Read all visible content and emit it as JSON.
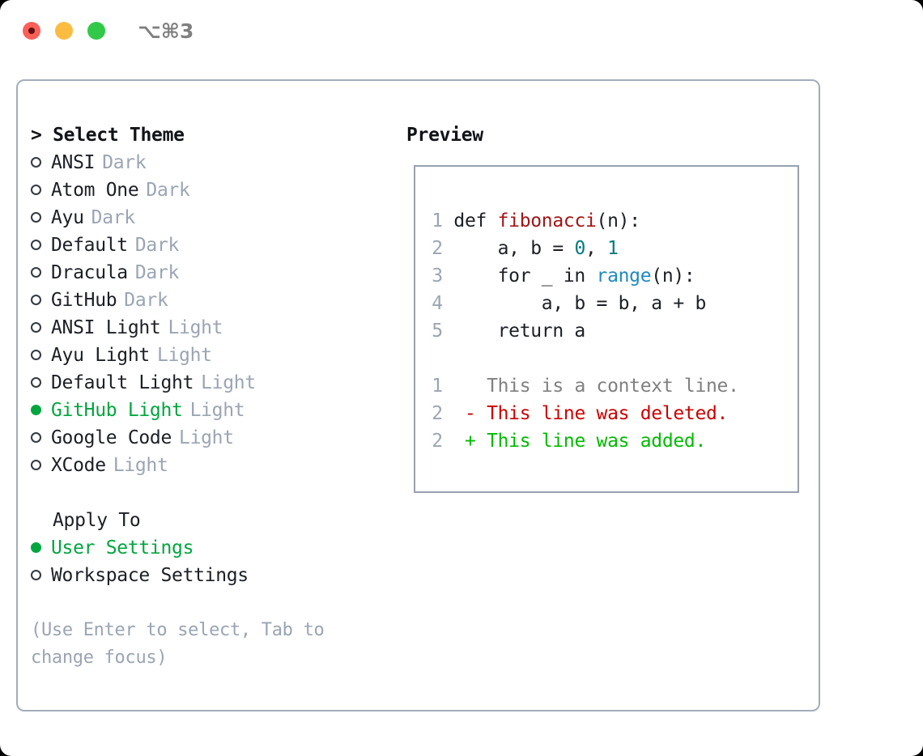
{
  "titlebar": {
    "shortcut": "⌥⌘3",
    "buttons": {
      "close": "close",
      "minimize": "minimize",
      "maximize": "maximize"
    }
  },
  "left": {
    "header": "> Select Theme",
    "themes": [
      {
        "name": "ANSI",
        "badge": "Dark",
        "selected": false
      },
      {
        "name": "Atom One",
        "badge": "Dark",
        "selected": false
      },
      {
        "name": "Ayu",
        "badge": "Dark",
        "selected": false
      },
      {
        "name": "Default",
        "badge": "Dark",
        "selected": false
      },
      {
        "name": "Dracula",
        "badge": "Dark",
        "selected": false
      },
      {
        "name": "GitHub",
        "badge": "Dark",
        "selected": false
      },
      {
        "name": "ANSI Light",
        "badge": "Light",
        "selected": false
      },
      {
        "name": "Ayu Light",
        "badge": "Light",
        "selected": false
      },
      {
        "name": "Default Light",
        "badge": "Light",
        "selected": false
      },
      {
        "name": "GitHub Light",
        "badge": "Light",
        "selected": true
      },
      {
        "name": "Google Code",
        "badge": "Light",
        "selected": false
      },
      {
        "name": "XCode",
        "badge": "Light",
        "selected": false
      }
    ],
    "apply_to_label": "Apply To",
    "apply_to": [
      {
        "name": "User Settings",
        "selected": true
      },
      {
        "name": "Workspace Settings",
        "selected": false
      }
    ],
    "hint": "(Use Enter to select, Tab to change focus)"
  },
  "right": {
    "header": "Preview",
    "code_lines": [
      {
        "num": "1",
        "tokens": [
          {
            "t": "def ",
            "c": "kw"
          },
          {
            "t": "fibonacci",
            "c": "fn"
          },
          {
            "t": "(n):",
            "c": "plain"
          }
        ]
      },
      {
        "num": "2",
        "tokens": [
          {
            "t": "    a, b = ",
            "c": "plain"
          },
          {
            "t": "0",
            "c": "num"
          },
          {
            "t": ", ",
            "c": "plain"
          },
          {
            "t": "1",
            "c": "num"
          }
        ]
      },
      {
        "num": "3",
        "tokens": [
          {
            "t": "    for _ in ",
            "c": "plain"
          },
          {
            "t": "range",
            "c": "bi"
          },
          {
            "t": "(n):",
            "c": "plain"
          }
        ]
      },
      {
        "num": "4",
        "tokens": [
          {
            "t": "        a, b = b, a + b",
            "c": "plain"
          }
        ]
      },
      {
        "num": "5",
        "tokens": [
          {
            "t": "    return a",
            "c": "plain"
          }
        ]
      }
    ],
    "diff_lines": [
      {
        "num": "1",
        "marker": "  ",
        "text": "This is a context line.",
        "kind": "ctx"
      },
      {
        "num": "2",
        "marker": "- ",
        "text": "This line was deleted.",
        "kind": "del"
      },
      {
        "num": "2",
        "marker": "+ ",
        "text": "This line was added.",
        "kind": "add"
      }
    ]
  },
  "colors": {
    "accent_green": "#00a63e",
    "muted": "#9aa5b4",
    "panel_border": "#a3adbb",
    "preview_border": "#97a1b0",
    "fn_red": "#a31515",
    "num_teal": "#007b7f",
    "builtin_blue": "#1f8ac0",
    "diff_del": "#cc0000",
    "diff_add": "#00bb00",
    "traffic_red": "#fc6058",
    "traffic_yellow": "#fcbc40",
    "traffic_green": "#33c948"
  }
}
